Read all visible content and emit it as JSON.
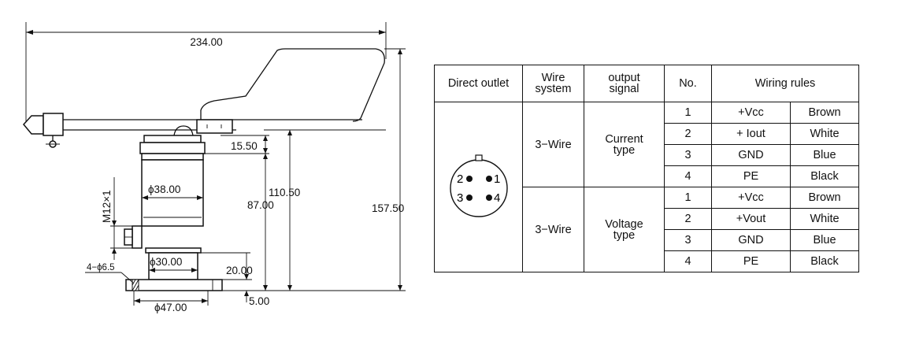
{
  "dimensions": {
    "overall_length": "234.00",
    "tube_offset": "15.50",
    "top_to_base": "110.50",
    "body_height": "87.00",
    "total_height": "157.50",
    "body_diameter": "ϕ38.00",
    "neck_diameter": "ϕ30.00",
    "flange_thickness": "20.00",
    "base_thickness": "5.00",
    "base_diameter": "ϕ47.00",
    "mount_holes": "4−ϕ6.5",
    "connector_thread": "M12×1"
  },
  "table": {
    "headers": {
      "direct_outlet": "Direct outlet",
      "wire_system": "Wire system",
      "output_signal": "output signal",
      "no": "No.",
      "wiring_rules": "Wiring rules"
    },
    "pin_numbers": [
      "1",
      "2",
      "3",
      "4"
    ],
    "groups": [
      {
        "wire": "3−Wire",
        "signal": "Current type",
        "rows": [
          {
            "no": "1",
            "signal": "+Vcc",
            "color": "Brown"
          },
          {
            "no": "2",
            "signal": "+ Iout",
            "color": "White"
          },
          {
            "no": "3",
            "signal": "GND",
            "color": "Blue"
          },
          {
            "no": "4",
            "signal": "PE",
            "color": "Black"
          }
        ]
      },
      {
        "wire": "3−Wire",
        "signal": "Voltage type",
        "rows": [
          {
            "no": "1",
            "signal": "+Vcc",
            "color": "Brown"
          },
          {
            "no": "2",
            "signal": "+Vout",
            "color": "White"
          },
          {
            "no": "3",
            "signal": "GND",
            "color": "Blue"
          },
          {
            "no": "4",
            "signal": "PE",
            "color": "Black"
          }
        ]
      }
    ]
  }
}
